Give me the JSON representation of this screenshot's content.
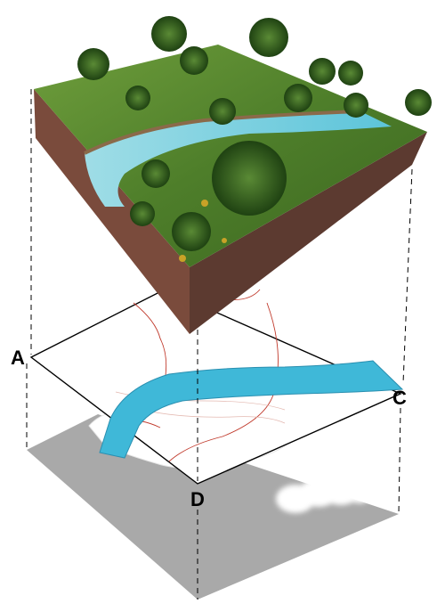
{
  "labels": {
    "corner_a": "A",
    "corner_c": "C",
    "corner_d": "D"
  },
  "colors": {
    "grass": "#4f7f2a",
    "grass_light": "#6c9a3b",
    "soil_left": "#7a4b3c",
    "soil_right": "#5c3a30",
    "water": "#3fb8d8",
    "tree_canopy": "#2f5a1d",
    "shadow_plane": "#a9a9a9",
    "contour": "#c0392b",
    "outline": "#000000"
  },
  "icons": {
    "tree": "tree-icon",
    "cloud": "cloud-icon"
  }
}
